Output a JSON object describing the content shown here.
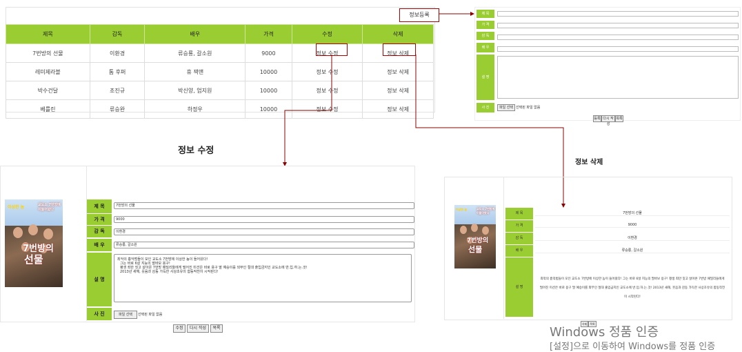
{
  "list": {
    "register_button": "정보등록",
    "headers": [
      "제목",
      "감독",
      "배우",
      "가격",
      "수정",
      "삭제"
    ],
    "rows": [
      {
        "title": "7번방의 선물",
        "director": "이환경",
        "actors": "류승룡, 갈소원",
        "price": "9000",
        "edit": "정보 수정",
        "delete": "정보 삭제"
      },
      {
        "title": "레미제라블",
        "director": "톰 후퍼",
        "actors": "휴 잭맨",
        "price": "10000",
        "edit": "정보 수정",
        "delete": "정보 삭제"
      },
      {
        "title": "박수건달",
        "director": "조진규",
        "actors": "박신양, 엄지원",
        "price": "10000",
        "edit": "정보 수정",
        "delete": "정보 삭제"
      },
      {
        "title": "베를린",
        "director": "류승완",
        "actors": "하정우",
        "price": "10000",
        "edit": "정보 수정",
        "delete": "정보 삭제"
      }
    ]
  },
  "register_form": {
    "labels": [
      "제 목",
      "가 격",
      "감 독",
      "배 우",
      "설 명",
      "사 진"
    ],
    "file_button": "파일 선택",
    "file_status": "선택된 파일 없음",
    "buttons": [
      "등록",
      "다시 작성",
      "목록"
    ]
  },
  "edit_section": {
    "heading": "정보 수정",
    "labels": [
      "제 목",
      "가 격",
      "감 독",
      "배 우",
      "설 명",
      "사 진"
    ],
    "values": {
      "title": "7번방의 선물",
      "price": "9000",
      "director": "이환경",
      "actors": "류승룡, 갈소원"
    },
    "description_lines": [
      "최악의 흉악범들이 모인 교도소 7번방에 이상한 놈이 들어왔다!",
      "그는 바로 6살 지능의 딸바보 용구!",
      "평생 죄만 짓고 살아온 7번방 패밀리들에게 떨어진 미션은 바로 용구 딸 예승이를 외부인 절대 출입금지인 교도소에 반.입.하.는.것!",
      "2013년 새해, 웃음과 감동 가득한 사상초유의 합동작전이 시작된다!"
    ],
    "file_button": "파일 선택",
    "file_status": "선택된 파일 없음",
    "buttons": [
      "수정",
      "다시 작성",
      "목록"
    ]
  },
  "delete_section": {
    "heading": "정보 삭제",
    "labels": [
      "제 목",
      "가 격",
      "감 독",
      "배 우",
      "설 명"
    ],
    "values": {
      "title": "7번방의 선물",
      "price": "9000",
      "director": "이환경",
      "actors": "류승룡, 갈소원"
    },
    "description_lines": [
      "최악의 흉악범들이 모인 교도소 7번방에 이상한 놈이 들어왔다! 그는 바로 6살 지능의 딸바보 용구! 평생 죄만 짓고 살아온 7번방 패밀리들에게",
      "떨어진 미션은 바로 용구 딸 예승이를 외부인 절대 출입금지인 교도소에 반.입.하.는.것! 2013년 새해, 웃음과 감동 가득한 사상초유의 합동작전",
      "이 시작된다!"
    ],
    "buttons": [
      "삭제",
      "목록"
    ]
  },
  "poster": {
    "tagline": "교도소 7번방에 이들어왔다",
    "sub": "이상한 놈",
    "title_line1": "7번방의",
    "title_line2": "선물"
  },
  "watermark": {
    "line1": "Windows 정품 인증",
    "line2": "[설정]으로 이동하여 Windows를 정품 인증"
  }
}
